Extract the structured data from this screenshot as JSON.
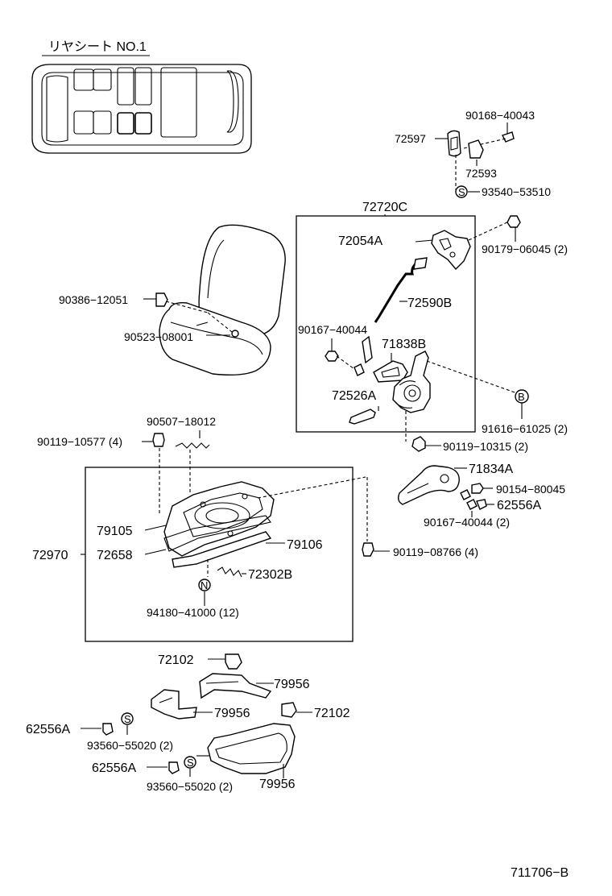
{
  "header": {
    "section_label": "リヤシート NO.1"
  },
  "assemblies": {
    "reclining_box": "72720C",
    "track_box": "72970"
  },
  "parts": {
    "p90168_40043": "90168−40043",
    "p72597": "72597",
    "p72593": "72593",
    "p93540_53510": "93540−53510",
    "p72054A": "72054A",
    "p90179_06045": "90179−06045 (2)",
    "p72590B": "72590B",
    "p90167_40044": "90167−40044",
    "p71838B": "71838B",
    "p72526A": "72526A",
    "p91616_61025": "91616−61025 (2)",
    "p90119_10315": "90119−10315 (2)",
    "p90386_12051": "90386−12051",
    "p90523_08001": "90523−08001",
    "p90507_18012": "90507−18012",
    "p90119_10577": "90119−10577 (4)",
    "p71834A": "71834A",
    "p90154_80045": "90154−80045",
    "p62556A_top": "62556A",
    "p90167_40044_2": "90167−40044 (2)",
    "p79105": "79105",
    "p79106": "79106",
    "p72658": "72658",
    "p90119_08766": "90119−08766 (4)",
    "p72302B": "72302B",
    "p94180_41000": "94180−41000 (12)",
    "p72102_a": "72102",
    "p79956_a": "79956",
    "p79956_b": "79956",
    "p72102_b": "72102",
    "p62556A_a": "62556A",
    "p93560_55020_a": "93560−55020 (2)",
    "p62556A_b": "62556A",
    "p93560_55020_b": "93560−55020 (2)",
    "p79956_c": "79956"
  },
  "markers": {
    "s_marker": "S",
    "b_marker": "B",
    "n_marker": "N"
  },
  "footer": {
    "figure_code": "711706−B"
  }
}
